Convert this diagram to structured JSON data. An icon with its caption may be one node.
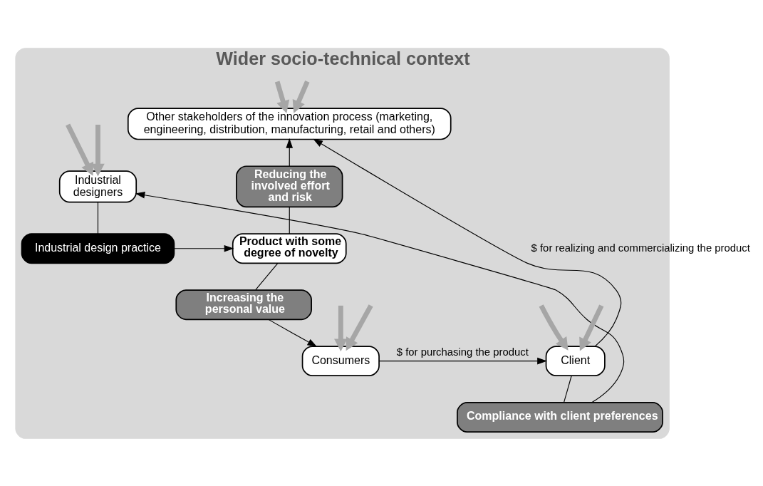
{
  "diagram": {
    "nodes": [
      {
        "text": [
          "Wider socio-technical context"
        ]
      },
      {
        "text": [
          "Other stakeholders of the innovation process (marketing, engineering, distribution, manufacturing, retail and others)"
        ],
        "in": 0
      },
      {
        "text": [
          "Reducing the involved effort and risk"
        ],
        "in": 0
      },
      {
        "text": [
          "Industrial designers"
        ],
        "in": 0
      },
      {
        "text": [
          "Product with some degree of novelty"
        ],
        "in": 0
      },
      {
        "text": [
          "Industrial design practice"
        ],
        "in": 0
      },
      {
        "text": [
          "Increasing the personal value"
        ],
        "in": 0
      },
      {
        "text": [
          "Client"
        ],
        "in": 0
      },
      {
        "text": [
          "Consumers"
        ],
        "in": 0
      },
      {
        "text": [
          "Compliance with client preferences"
        ],
        "in": 0
      }
    ],
    "edges": [
      {
        "from": 4,
        "to": 2,
        "arrow": "none"
      },
      {
        "from": 2,
        "to": 1,
        "arrow": "to"
      },
      {
        "from": 3,
        "to": 5,
        "arrow": "none"
      },
      {
        "from": 5,
        "to": 4,
        "arrow": "to"
      },
      {
        "from": 4,
        "to": 6,
        "arrow": "none"
      },
      {
        "from": 6,
        "to": 8,
        "arrow": "to"
      },
      {
        "from": 8,
        "to": 7,
        "arrow": "to",
        "label": "$ for purchasing the product"
      },
      {
        "from": 7,
        "to": 1,
        "arrow": "to",
        "label": "$ for realizing and commercializing the product"
      },
      {
        "from": 7,
        "to": 9,
        "arrow": "none"
      },
      {
        "from": 9,
        "to": 3,
        "arrow": "to"
      },
      {
        "from": null,
        "to": 1,
        "arrow": "to",
        "style": "thick",
        "color": "#a6a6a6"
      },
      {
        "from": null,
        "to": 1,
        "arrow": "to",
        "style": "thick",
        "color": "#a6a6a6"
      },
      {
        "from": null,
        "to": 3,
        "arrow": "to",
        "style": "thick",
        "color": "#a6a6a6"
      },
      {
        "from": null,
        "to": 3,
        "arrow": "to",
        "style": "thick",
        "color": "#a6a6a6"
      },
      {
        "from": null,
        "to": 7,
        "arrow": "to",
        "style": "thick",
        "color": "#a6a6a6"
      },
      {
        "from": null,
        "to": 7,
        "arrow": "to",
        "style": "thick",
        "color": "#a6a6a6"
      },
      {
        "from": null,
        "to": 8,
        "arrow": "to",
        "style": "thick",
        "color": "#a6a6a6"
      },
      {
        "from": null,
        "to": 8,
        "arrow": "to",
        "style": "thick",
        "color": "#a6a6a6"
      }
    ]
  }
}
